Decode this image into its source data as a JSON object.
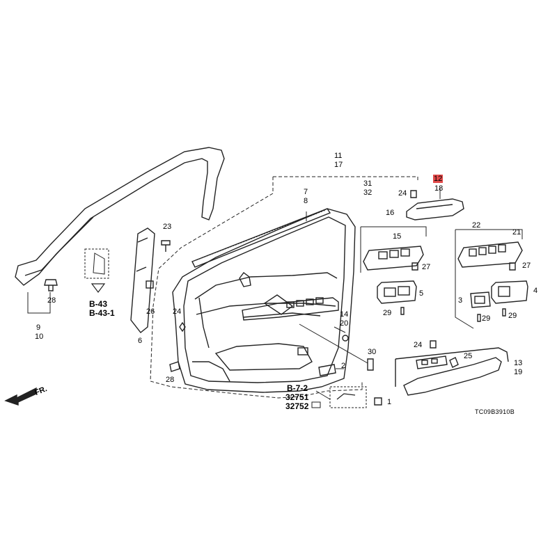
{
  "callouts": {
    "c11": "11",
    "c17": "17",
    "c31": "31",
    "c32": "32",
    "c24a": "24",
    "c12": "12",
    "c18": "18",
    "c7": "7",
    "c8": "8",
    "c16": "16",
    "c15": "15",
    "c27a": "27",
    "c22": "22",
    "c21": "21",
    "c27b": "27",
    "c5": "5",
    "c29a": "29",
    "c3": "3",
    "c4": "4",
    "c29b": "29",
    "c29c": "29",
    "c23": "23",
    "c28a": "28",
    "c9": "9",
    "c10": "10",
    "c26": "26",
    "c6": "6",
    "c24b": "24",
    "c28b": "28",
    "c14": "14",
    "c20": "20",
    "c30": "30",
    "c2": "2",
    "c24c": "24",
    "c25": "25",
    "c13": "13",
    "c19": "19",
    "c1": "1"
  },
  "references": {
    "ref_b43": "B-43",
    "ref_b431": "B-43-1",
    "ref_b72": "B-7-2",
    "ref_32751": "32751",
    "ref_32752": "32752"
  },
  "direction_label": "FR.",
  "diagram_code": "TC09B3910B",
  "highlight_color": "#e34a4a"
}
